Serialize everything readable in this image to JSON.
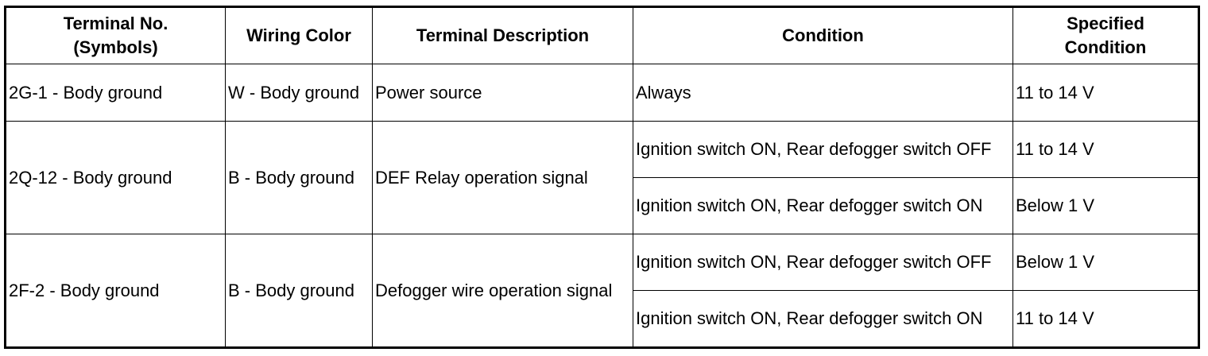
{
  "table": {
    "headers": [
      "Terminal No.\n(Symbols)",
      "Wiring Color",
      "Terminal Description",
      "Condition",
      "Specified\nCondition"
    ],
    "groups": [
      {
        "terminal": "2G-1 - Body ground",
        "wiring_color": "W - Body ground",
        "description": "Power source",
        "rows": [
          {
            "condition": "Always",
            "specified": "11 to 14 V"
          }
        ]
      },
      {
        "terminal": "2Q-12 - Body ground",
        "wiring_color": "B - Body ground",
        "description": "DEF Relay operation signal",
        "rows": [
          {
            "condition": "Ignition switch ON, Rear defogger switch OFF",
            "specified": "11 to 14 V"
          },
          {
            "condition": "Ignition switch ON, Rear defogger switch ON",
            "specified": "Below 1 V"
          }
        ]
      },
      {
        "terminal": "2F-2 - Body ground",
        "wiring_color": "B - Body ground",
        "description": "Defogger wire operation signal",
        "rows": [
          {
            "condition": "Ignition switch ON, Rear defogger switch OFF",
            "specified": "Below 1 V"
          },
          {
            "condition": "Ignition switch ON, Rear defogger switch ON",
            "specified": "11 to 14 V"
          }
        ]
      }
    ]
  }
}
